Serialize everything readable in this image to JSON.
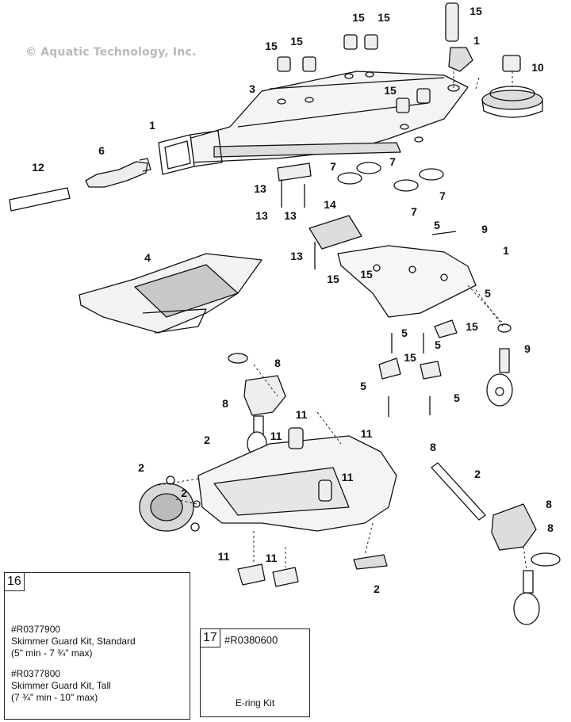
{
  "copyright": "© Aquatic Technology, Inc.",
  "callouts": [
    {
      "id": "c15a",
      "label": "15"
    },
    {
      "id": "c15b",
      "label": "15"
    },
    {
      "id": "c15c",
      "label": "15"
    },
    {
      "id": "c15d",
      "label": "15"
    },
    {
      "id": "c15e",
      "label": "15"
    },
    {
      "id": "c1a",
      "label": "1"
    },
    {
      "id": "c10",
      "label": "10"
    },
    {
      "id": "c3",
      "label": "3"
    },
    {
      "id": "c15f",
      "label": "15"
    },
    {
      "id": "c1b",
      "label": "1"
    },
    {
      "id": "c6",
      "label": "6"
    },
    {
      "id": "c12",
      "label": "12"
    },
    {
      "id": "c7a",
      "label": "7"
    },
    {
      "id": "c7b",
      "label": "7"
    },
    {
      "id": "c7c",
      "label": "7"
    },
    {
      "id": "c7d",
      "label": "7"
    },
    {
      "id": "c13a",
      "label": "13"
    },
    {
      "id": "c13b",
      "label": "13"
    },
    {
      "id": "c13c",
      "label": "13"
    },
    {
      "id": "c14",
      "label": "14"
    },
    {
      "id": "c5a",
      "label": "5"
    },
    {
      "id": "c9a",
      "label": "9"
    },
    {
      "id": "c1c",
      "label": "1"
    },
    {
      "id": "c4",
      "label": "4"
    },
    {
      "id": "c13d",
      "label": "13"
    },
    {
      "id": "c15g",
      "label": "15"
    },
    {
      "id": "c15h",
      "label": "15"
    },
    {
      "id": "c5b",
      "label": "5"
    },
    {
      "id": "c5c",
      "label": "5"
    },
    {
      "id": "c15i",
      "label": "15"
    },
    {
      "id": "c15j",
      "label": "15"
    },
    {
      "id": "c5d",
      "label": "5"
    },
    {
      "id": "c9b",
      "label": "9"
    },
    {
      "id": "c8a",
      "label": "8"
    },
    {
      "id": "c5e",
      "label": "5"
    },
    {
      "id": "c5f",
      "label": "5"
    },
    {
      "id": "c8b",
      "label": "8"
    },
    {
      "id": "c11a",
      "label": "11"
    },
    {
      "id": "c11b",
      "label": "11"
    },
    {
      "id": "c11c",
      "label": "11"
    },
    {
      "id": "c2a",
      "label": "2"
    },
    {
      "id": "c8c",
      "label": "8"
    },
    {
      "id": "c2b",
      "label": "2"
    },
    {
      "id": "c2c",
      "label": "2"
    },
    {
      "id": "c11d",
      "label": "11"
    },
    {
      "id": "c2d",
      "label": "2"
    },
    {
      "id": "c8d",
      "label": "8"
    },
    {
      "id": "c8e",
      "label": "8"
    },
    {
      "id": "c11e",
      "label": "11"
    },
    {
      "id": "c11f",
      "label": "11"
    },
    {
      "id": "c2e",
      "label": "2"
    }
  ],
  "kits": {
    "skimmer": {
      "number": "16",
      "part1_no": "#R0377900",
      "part1_name": "Skimmer Guard Kit, Standard",
      "part1_range": "(5\" min - 7 ¾\" max)",
      "part2_no": "#R0377800",
      "part2_name": "Skimmer Guard Kit, Tall",
      "part2_range": "(7 ¾\" min - 10\" max)"
    },
    "ering": {
      "number": "17",
      "part_no": "#R0380600",
      "name": "E-ring Kit"
    }
  }
}
